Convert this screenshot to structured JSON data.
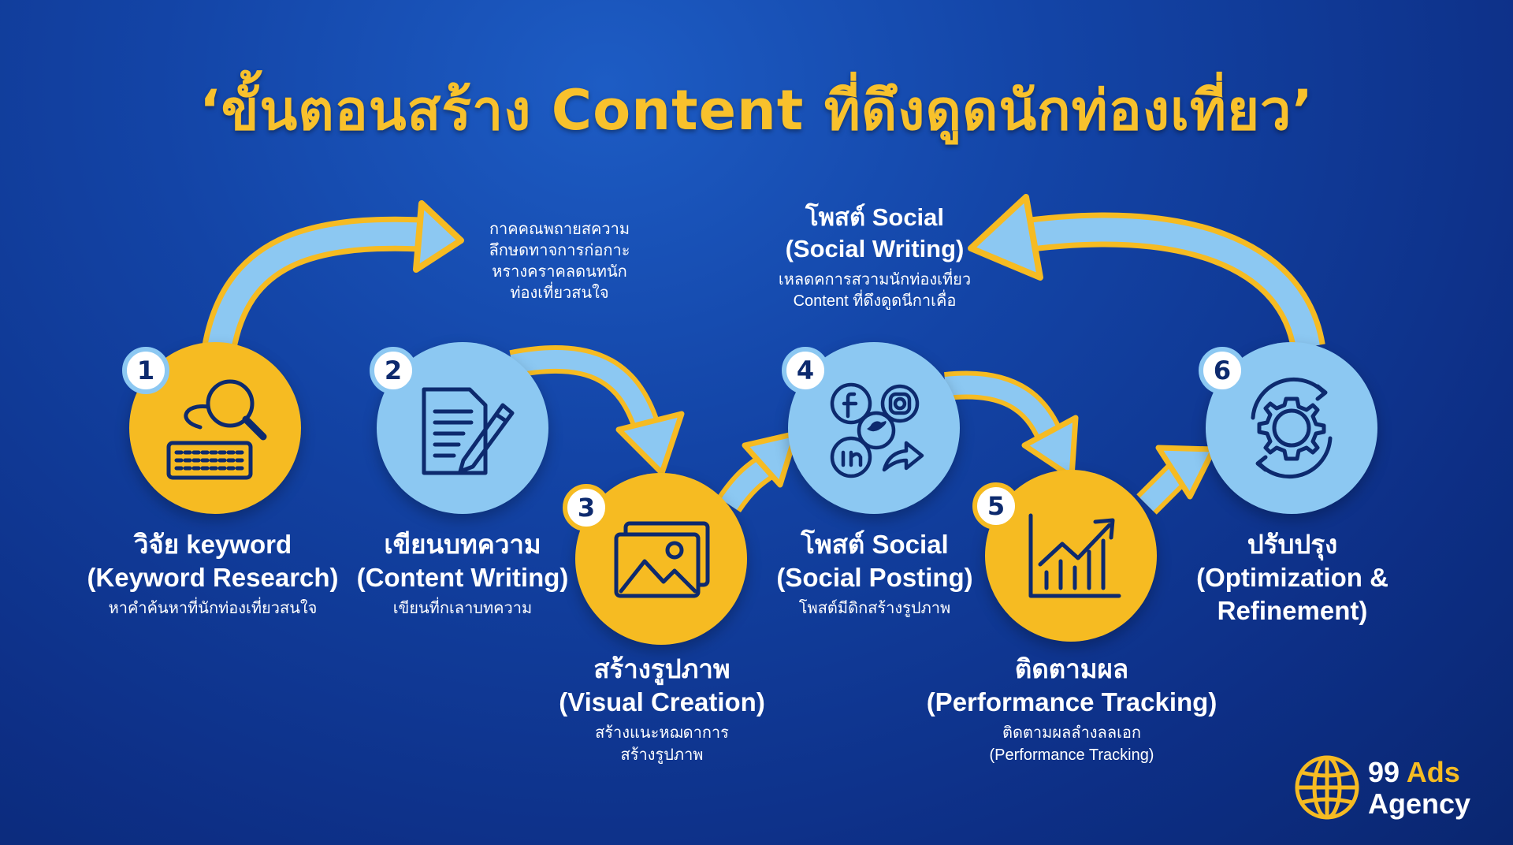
{
  "title": "‘ขั้นตอนสร้าง Content ที่ดึงดูดนักท่องเที่ยว’",
  "colors": {
    "background": "#1344a6",
    "yellow": "#f6bb22",
    "light_blue": "#8cc8f2",
    "navy": "#0d2a6e",
    "white": "#ffffff"
  },
  "steps": [
    {
      "number": "1",
      "icon": "keyword-search-icon",
      "title": "วิจัย keyword",
      "subtitle": "(Keyword Research)",
      "desc": [
        "หาคำค้นหาที่นักท่องเที่ยวสนใจ"
      ],
      "color": "yellow"
    },
    {
      "number": "2",
      "icon": "document-pen-icon",
      "title": "เขียนบทความ",
      "subtitle": "(Content Writing)",
      "desc": [
        "เขียนที่กเลาบทความ"
      ],
      "color": "blue"
    },
    {
      "number": "3",
      "icon": "image-gallery-icon",
      "title": "สร้างรูปภาพ",
      "subtitle": "(Visual Creation)",
      "desc": [
        "สร้างแนะหฌดาการ",
        "สร้างรูปภาพ"
      ],
      "color": "yellow"
    },
    {
      "number": "4",
      "icon": "social-media-icon",
      "title": "โพสต์ Social",
      "subtitle": "(Social Posting)",
      "desc": [
        "โพสต์มีดิกสร้างรูปภาพ"
      ],
      "color": "blue"
    },
    {
      "number": "5",
      "icon": "growth-chart-icon",
      "title": "ติดตามผล",
      "subtitle": "(Performance Tracking)",
      "desc": [
        "ติดตามผลลำงลลเอก",
        "(Performance Tracking)"
      ],
      "color": "yellow"
    },
    {
      "number": "6",
      "icon": "gear-cycle-icon",
      "title": "ปรับปรุง",
      "subtitle": "(Optimization &",
      "title_extra": "Refinement)",
      "desc": [],
      "color": "blue"
    }
  ],
  "notes": {
    "top_left": [
      "กาคคณพถายสความ",
      "ลึกษดทาจการก่อกาะ",
      "หรางคราคลดนทนัก",
      "ท่องเที่ยวสนใจ"
    ],
    "top_right": {
      "title": "โพสต์ Social",
      "subtitle": "(Social Writing)",
      "lines": [
        "เหลดคการสวามนักท่องเที่ยว",
        "Content ที่ดึงดูดนีกาเคื่อ"
      ]
    }
  },
  "logo": {
    "number": "99",
    "ads": "Ads",
    "agency": "Agency",
    "icon": "globe-icon"
  }
}
